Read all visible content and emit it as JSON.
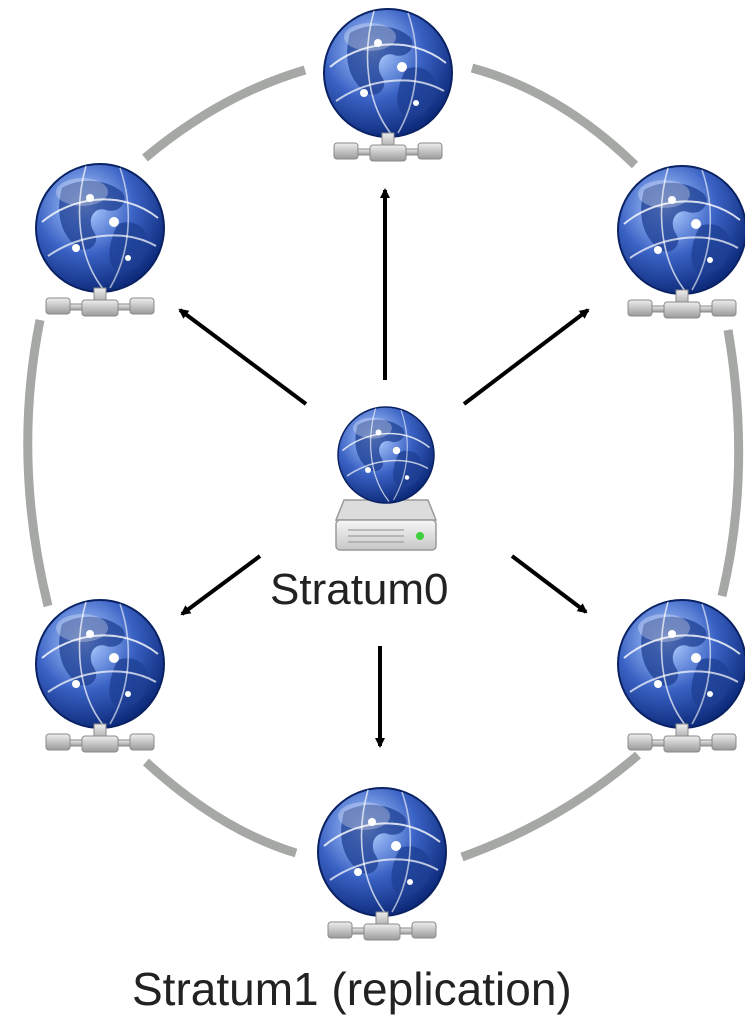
{
  "labels": {
    "stratum0": "Stratum0",
    "stratum1": "Stratum1 (replication)"
  },
  "colors": {
    "ring": "#a6a8a6",
    "arrow": "#000000",
    "globe_light": "#b9d2ff",
    "globe_mid": "#3a62c4",
    "globe_dark": "#0d2a7a",
    "connector": "#c3c3c3",
    "server_body": "#e4e4e4",
    "server_led": "#3ecf3e"
  },
  "nodes": [
    {
      "name": "replica-node-top",
      "icon": "network-globe-icon"
    },
    {
      "name": "replica-node-upper-left",
      "icon": "network-globe-icon"
    },
    {
      "name": "replica-node-upper-right",
      "icon": "network-globe-icon"
    },
    {
      "name": "replica-node-lower-left",
      "icon": "network-globe-icon"
    },
    {
      "name": "replica-node-lower-right",
      "icon": "network-globe-icon"
    },
    {
      "name": "replica-node-bottom",
      "icon": "network-globe-icon"
    }
  ],
  "center": {
    "name": "stratum0-server",
    "icon": "globe-server-icon"
  }
}
